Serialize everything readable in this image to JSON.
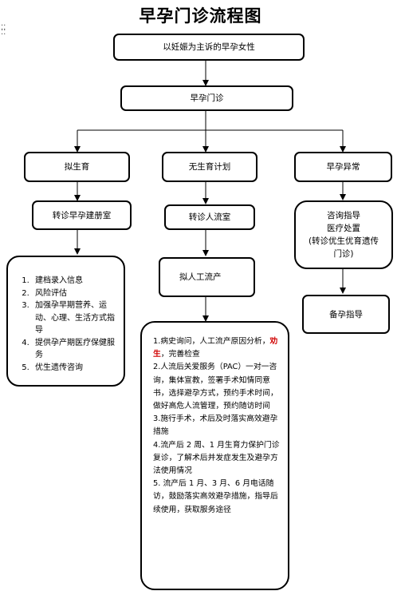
{
  "title": "早孕门诊流程图",
  "top": "以妊娠为主诉的早孕女性",
  "clinic": "早孕门诊",
  "branches": {
    "a": "拟生育",
    "b": "无生育计划",
    "c": "早孕异常"
  },
  "a_next": "转诊早孕建册室",
  "a_list": [
    "建档录入信息",
    "风险评估",
    "加强孕早期营养、运动、心理、生活方式指导",
    "提供孕产期医疗保健服务",
    "优生遗传咨询"
  ],
  "b_next": "转诊人流室",
  "b_next2": "拟人工流产",
  "b_detail": {
    "p1_before": "1.病史询问，人工流产原因分析，",
    "p1_red": "劝生",
    "p1_after": "，完善检查",
    "p2": "2.人流后关爱服务（PAC）一对一咨询，集体宣教，签署手术知情同意书，选择避孕方式，预约手术时间，做好高危人流管理，预约随访时间",
    "p3": "3.施行手术，术后及时落实高效避孕措施",
    "p4": "4.流产后 2 周、1 月生育力保护门诊复诊，了解术后并发症发生及避孕方法使用情况",
    "p5": "5. 流产后 1 月、3 月、6 月电话随访，鼓励落实高效避孕措施，指导后续使用，获取服务途径"
  },
  "c_next_lines": [
    "咨询指导",
    "医疗处置",
    "(转诊优生优育遗传",
    "门诊)"
  ],
  "c_next2": "备孕指导"
}
